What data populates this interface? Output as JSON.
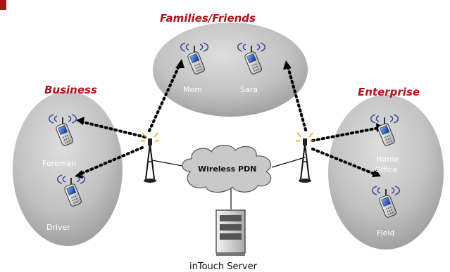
{
  "groups": {
    "families": {
      "title": "Families/Friends",
      "phones": [
        "Mom",
        "Sara"
      ]
    },
    "business": {
      "title": "Business",
      "phones": [
        "Foreman",
        "Driver"
      ]
    },
    "enterprise": {
      "title": "Enterprise",
      "phones": [
        "Home",
        "Office",
        "Field"
      ]
    }
  },
  "network": {
    "cloud_label": "Wireless PDN",
    "server_label": "inTouch Server"
  },
  "colors": {
    "title_red": "#b5121b",
    "corner_accent": "#a3161e",
    "ellipse_gray": "#bdbdbd",
    "link_dots": "#000000"
  },
  "icons": [
    "cell-phone-icon",
    "signal-waves-icon",
    "antenna-tower-icon",
    "server-icon",
    "cloud-icon"
  ]
}
